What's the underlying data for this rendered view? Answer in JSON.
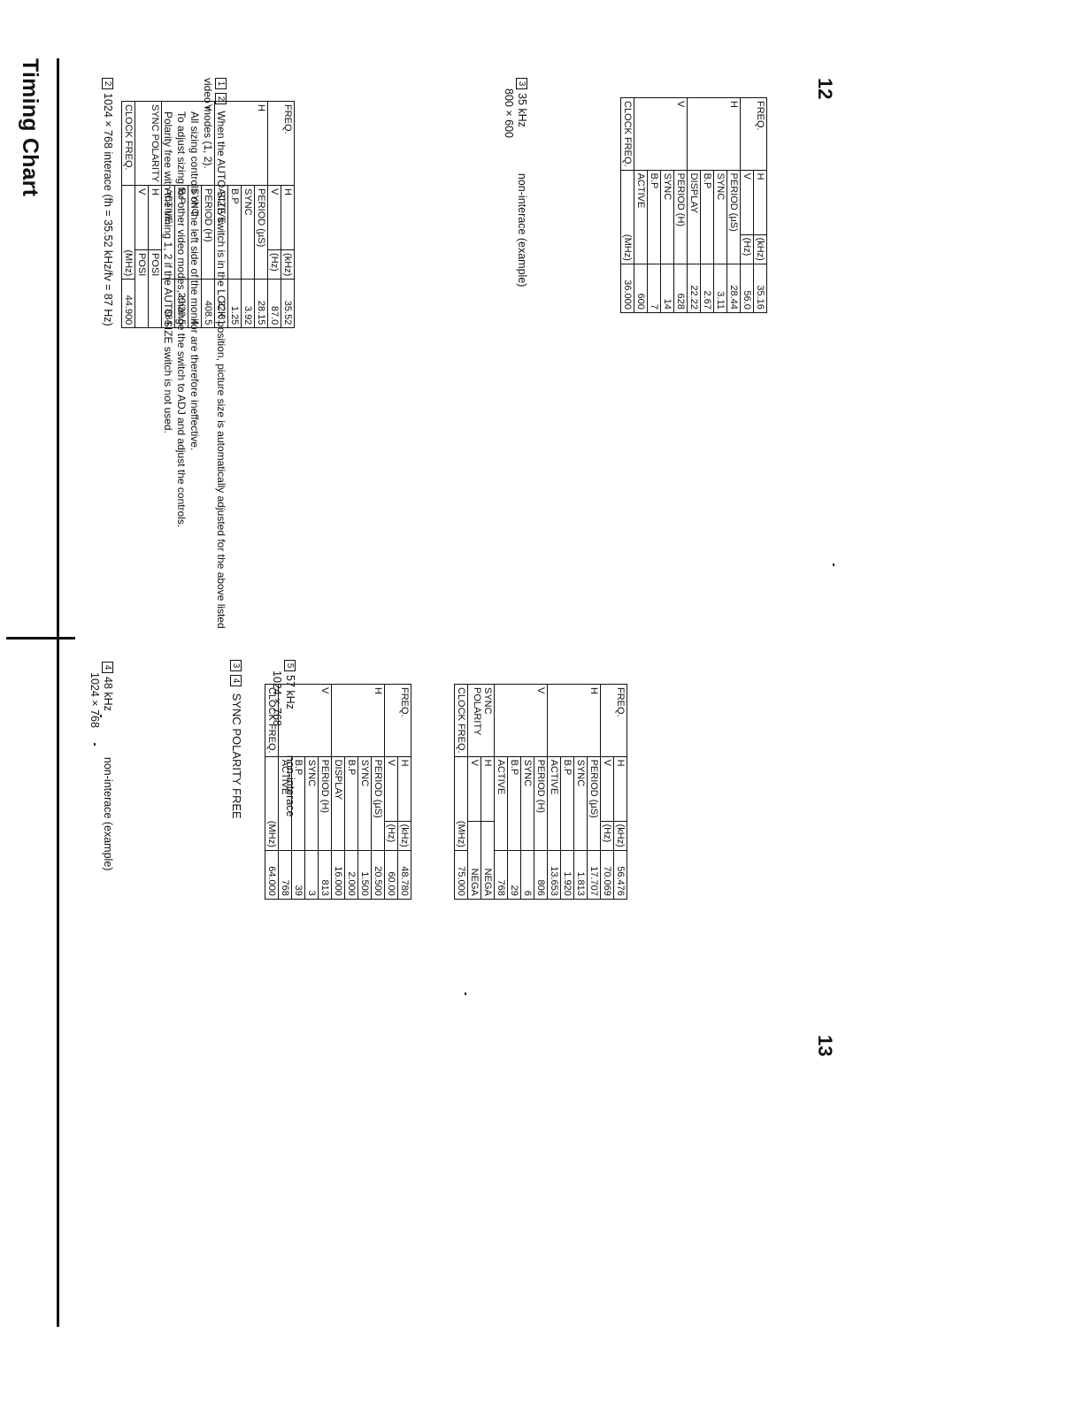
{
  "title": "Timing Chart",
  "page_left": "12",
  "page_right": "13",
  "table2": {
    "num": "2",
    "heading": "1024 × 768 interace (fh = 35.52 kHz/fv = 87 Hz)",
    "freq": "FREQ.",
    "h": "H",
    "v": "V",
    "h_khz": "(kHz)",
    "h_khz_val": "35.52",
    "v_hz": "(Hz)",
    "v_hz_val": "87.0",
    "period_us": "PERIOD (µS)",
    "period_us_val": "28.15",
    "sync": "SYNC",
    "sync_val": "3.92",
    "bp": "B.P",
    "bp_val": "1.25",
    "active": "ACTIVE",
    "active_val": "22.81",
    "period_h": "PERIOD (H)",
    "period_h_val": "408.5",
    "v_sync_val": "4",
    "v_bp_val": "20/20.5",
    "v_active_val": "384",
    "sync_polarity": "SYNC POLARITY",
    "pol_h": "POSI",
    "pol_v": "POSI",
    "clock": "CLOCK FREQ.",
    "mhz": "(MHz)",
    "clock_val": "44.900"
  },
  "note": {
    "n1": "1",
    "n2": "2",
    "p1": "When the AUTO SIZE switch is in the LOCK position, picture size is automatically adjusted for the above listed video modes (1, 2).",
    "p2": "All sizing controls on the left side of the monitor are therefore ineffective.",
    "p3": "To adjust sizing for other video modes, change the switch to ADJ and adjust the controls.",
    "p4": "Polarity free with the timing 1, 2 if the AUTO SIZE switch is not used."
  },
  "table3": {
    "num": "3",
    "khz": "35 kHz",
    "mode": "800 × 600",
    "note": "non-interace (example)",
    "freq": "FREQ.",
    "h": "H",
    "v": "V",
    "h_khz": "(kHz)",
    "h_khz_val": "35.16",
    "v_hz": "(Hz)",
    "v_hz_val": "56.0",
    "period_us": "PERIOD (µS)",
    "period_us_val": "28.44",
    "sync": "SYNC",
    "sync_val": "3.11",
    "bp": "B.P",
    "bp_val": "2.67",
    "display": "DISPLAY",
    "display_val": "22.22",
    "period_h": "PERIOD (H)",
    "period_h_val": "628",
    "v_sync_val": "14",
    "v_bp_val": "7",
    "active": "ACTIVE",
    "v_active_val": "600",
    "clock": "CLOCK FREQ.",
    "mhz": "(MHz)",
    "clock_val": "36.000"
  },
  "table4": {
    "num": "4",
    "khz": "48 kHz",
    "mode": "1024 × 768",
    "note": "non-interace (example)",
    "freq": "FREQ.",
    "h": "H",
    "v": "V",
    "h_khz": "(kHz)",
    "h_khz_val": "48.780",
    "v_hz": "(Hz)",
    "v_hz_val": "60.00",
    "period_us": "PERIOD (µS)",
    "period_us_val": "20.500",
    "sync": "SYNC",
    "sync_val": "1.500",
    "bp": "B.P",
    "bp_val": "2.000",
    "display": "DISPLAY",
    "display_val": "16.000",
    "period_h": "PERIOD (H)",
    "period_h_val": "813",
    "v_sync_val": "3",
    "v_bp_val": "39",
    "active": "ACTIVE",
    "v_active_val": "768",
    "clock": "CLOCK FREQ.",
    "mhz": "(MHz)",
    "clock_val": "64.000"
  },
  "sync_free": {
    "n3": "3",
    "n4": "4",
    "text": "SYNC POLARITY FREE"
  },
  "table5": {
    "num": "5",
    "khz": "57 kHz",
    "mode": "1024 × 768",
    "note": "non-interace",
    "freq": "FREQ.",
    "h": "H",
    "v": "V",
    "h_khz": "(kHz)",
    "h_khz_val": "56.476",
    "v_hz": "(Hz)",
    "v_hz_val": "70.069",
    "period_us": "PERIOD (µS)",
    "period_us_val": "17.707",
    "sync": "SYNC",
    "sync_val": "1.813",
    "bp": "B.P",
    "bp_val": "1.920",
    "active": "ACTIVE",
    "active_val": "13.653",
    "period_h": "PERIOD (H)",
    "period_h_val": "806",
    "v_sync_val": "6",
    "v_bp_val": "29",
    "v_active_val": "768",
    "sync1": "SYNC",
    "sync2": "POLARITY",
    "pol_h": "NEGA",
    "pol_v": "NEGA",
    "clock": "CLOCK FREQ.",
    "mhz": "(MHz)",
    "clock_val": "75.000"
  }
}
